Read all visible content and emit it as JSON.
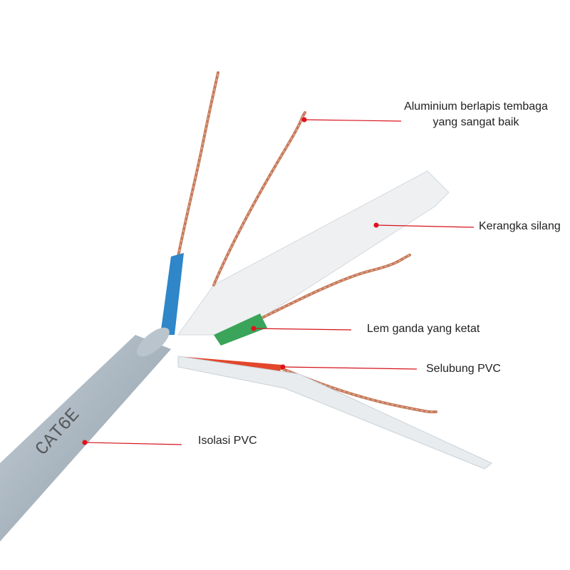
{
  "labels": {
    "conductor": {
      "line1": "Aluminium berlapis tembaga",
      "line2": "yang sangat baik"
    },
    "cross_filler": "Kerangka silang",
    "double_glue": "Lem ganda yang ketat",
    "pvc_sheath": "Selubung PVC",
    "pvc_insulation": "Isolasi PVC"
  },
  "cable_print": "CAT6E",
  "colors": {
    "pointer": "#d6121b",
    "jacket": "#a9b5bf",
    "copper": "#c77a5a"
  }
}
